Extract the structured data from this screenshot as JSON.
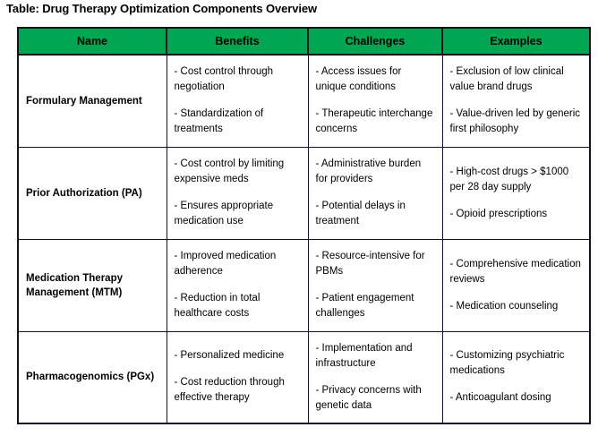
{
  "caption": "Table: Drug Therapy Optimization Components Overview",
  "colors": {
    "header_background": "#00a651",
    "header_text": "#000000",
    "border": "#16162a",
    "outer_border": "#12121f",
    "body_background": "#ffffff",
    "body_text": "#000000"
  },
  "table": {
    "columns": [
      {
        "label": "Name"
      },
      {
        "label": "Benefits"
      },
      {
        "label": "Challenges"
      },
      {
        "label": "Examples"
      }
    ],
    "rows": [
      {
        "name": "Formulary Management",
        "benefits": [
          "- Cost control through negotiation",
          "- Standardization of treatments"
        ],
        "challenges": [
          "- Access issues for unique conditions",
          "- Therapeutic interchange concerns"
        ],
        "examples": [
          "- Exclusion of low clinical value brand drugs",
          "- Value-driven led by generic first philosophy"
        ]
      },
      {
        "name": "Prior Authorization (PA)",
        "benefits": [
          "- Cost control by limiting expensive meds",
          "- Ensures appropriate medication use"
        ],
        "challenges": [
          "- Administrative burden for providers",
          "- Potential delays in treatment"
        ],
        "examples": [
          "- High-cost drugs > $1000 per 28 day supply",
          "- Opioid prescriptions"
        ]
      },
      {
        "name": "Medication Therapy Management (MTM)",
        "benefits": [
          "- Improved medication adherence",
          "- Reduction in total healthcare costs"
        ],
        "challenges": [
          "- Resource-intensive for PBMs",
          "- Patient engagement challenges"
        ],
        "examples": [
          "- Comprehensive medication reviews",
          "- Medication counseling"
        ]
      },
      {
        "name": "Pharmacogenomics (PGx)",
        "benefits": [
          "- Personalized medicine",
          "- Cost reduction through effective therapy"
        ],
        "challenges": [
          "- Implementation and infrastructure",
          "- Privacy concerns with genetic data"
        ],
        "examples": [
          "- Customizing psychiatric medications",
          "- Anticoagulant dosing"
        ]
      }
    ]
  }
}
